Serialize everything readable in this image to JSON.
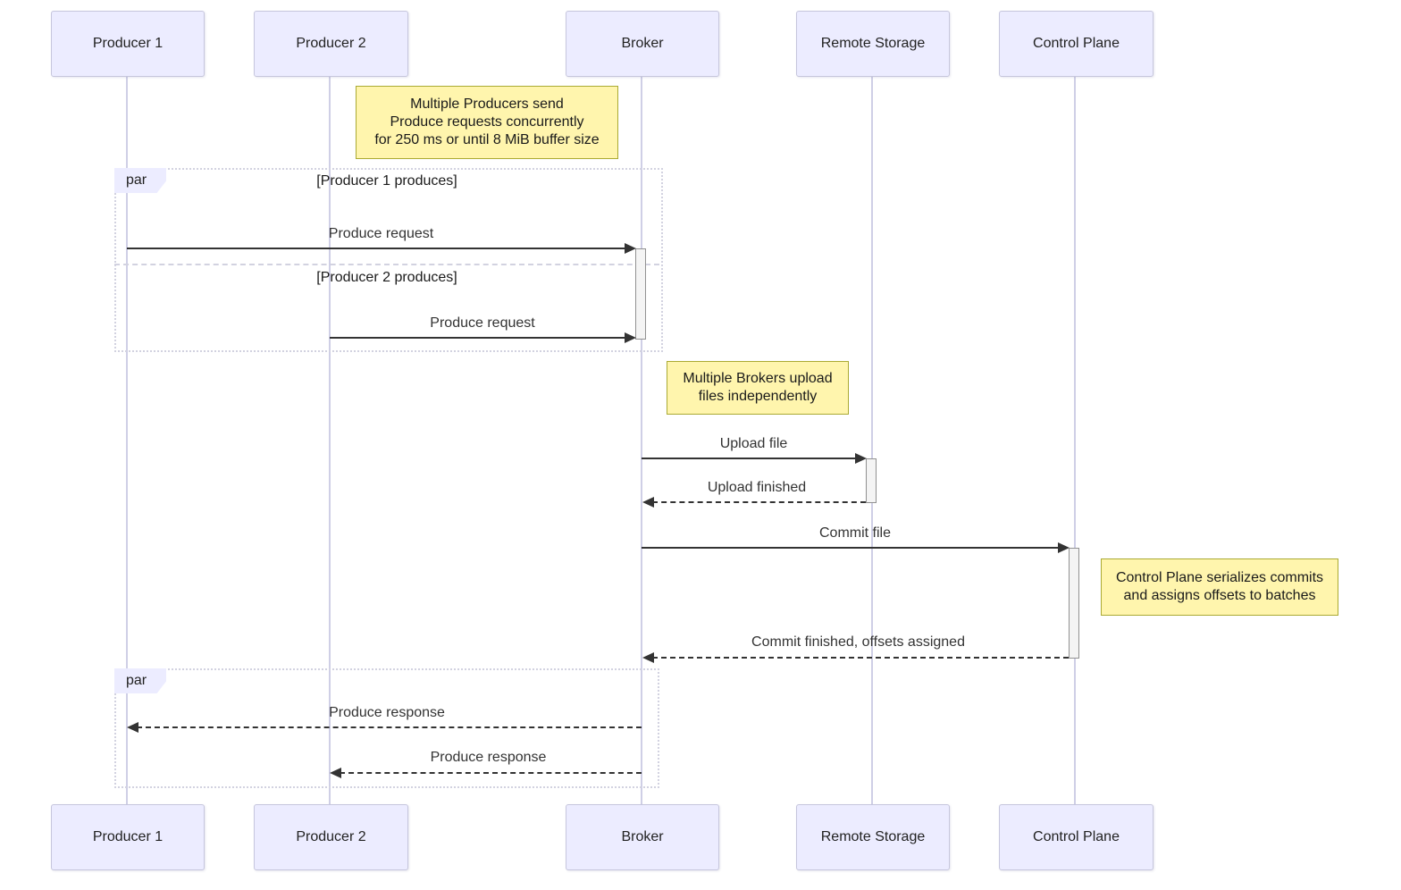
{
  "diagram": {
    "type": "sequence-diagram",
    "actors": [
      {
        "label": "Producer 1"
      },
      {
        "label": "Producer 2"
      },
      {
        "label": "Broker"
      },
      {
        "label": "Remote Storage"
      },
      {
        "label": "Control Plane"
      }
    ],
    "notes": [
      {
        "text": "Multiple Producers send\nProduce requests concurrently\nfor 250 ms or until 8 MiB buffer size",
        "over": "Producer 2, Broker"
      },
      {
        "text": "Multiple Brokers upload\nfiles independently",
        "over": "Broker, Remote Storage"
      },
      {
        "text": "Control Plane serializes commits\nand assigns offsets to batches",
        "over": "right of Control Plane"
      }
    ],
    "par_blocks": [
      {
        "label": "par",
        "sections": [
          {
            "condition": "[Producer 1 produces]"
          },
          {
            "condition": "[Producer 2 produces]"
          }
        ]
      },
      {
        "label": "par",
        "sections": []
      }
    ],
    "messages": [
      {
        "label": "Produce request",
        "from": "Producer 1",
        "to": "Broker",
        "line": "solid"
      },
      {
        "label": "Produce request",
        "from": "Producer 2",
        "to": "Broker",
        "line": "solid"
      },
      {
        "label": "Upload file",
        "from": "Broker",
        "to": "Remote Storage",
        "line": "solid"
      },
      {
        "label": "Upload finished",
        "from": "Remote Storage",
        "to": "Broker",
        "line": "dashed"
      },
      {
        "label": "Commit file",
        "from": "Broker",
        "to": "Control Plane",
        "line": "solid"
      },
      {
        "label": "Commit finished, offsets assigned",
        "from": "Control Plane",
        "to": "Broker",
        "line": "dashed"
      },
      {
        "label": "Produce response",
        "from": "Broker",
        "to": "Producer 1",
        "line": "dashed"
      },
      {
        "label": "Produce response",
        "from": "Broker",
        "to": "Producer 2",
        "line": "dashed"
      }
    ],
    "colors": {
      "actor_fill": "#ECECFF",
      "actor_border": "#c6c6dd",
      "note_fill": "#fff5ad",
      "note_border": "#aaaa33",
      "lifeline": "#cfcfe6",
      "message_line": "#333333",
      "activation_fill": "#f4f4f4",
      "frame_border": "#d2d2e0"
    }
  }
}
